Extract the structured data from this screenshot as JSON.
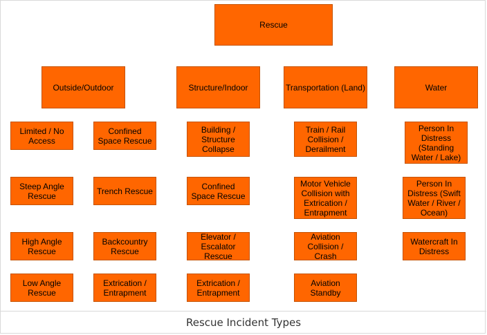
{
  "diagram": {
    "root": "Rescue",
    "categories": [
      {
        "label": "Outside/Outdoor",
        "columns": [
          [
            "Limited / No Access",
            "Steep Angle Rescue",
            "High Angle Rescue",
            "Low Angle Rescue"
          ],
          [
            "Confined Space Rescue",
            "Trench Rescue",
            "Backcountry Rescue",
            "Extrication / Entrapment"
          ]
        ]
      },
      {
        "label": "Structure/Indoor",
        "columns": [
          [
            "Building / Structure Collapse",
            "Confined Space Rescue",
            "Elevator / Escalator Rescue",
            "Extrication / Entrapment"
          ]
        ]
      },
      {
        "label": "Transportation (Land)",
        "columns": [
          [
            "Train / Rail Collision / Derailment",
            "Motor Vehicle Collision with Extrication / Entrapment",
            "Aviation Collision / Crash",
            "Aviation Standby"
          ]
        ]
      },
      {
        "label": "Water",
        "columns": [
          [
            "Person In Distress (Standing Water / Lake)",
            "Person In Distress (Swift Water / River / Ocean)",
            "Watercraft In Distress"
          ]
        ]
      }
    ],
    "caption": "Rescue Incident Types",
    "colors": {
      "box_fill": "#ff6600",
      "box_border": "#c45200",
      "text": "#000000"
    }
  }
}
